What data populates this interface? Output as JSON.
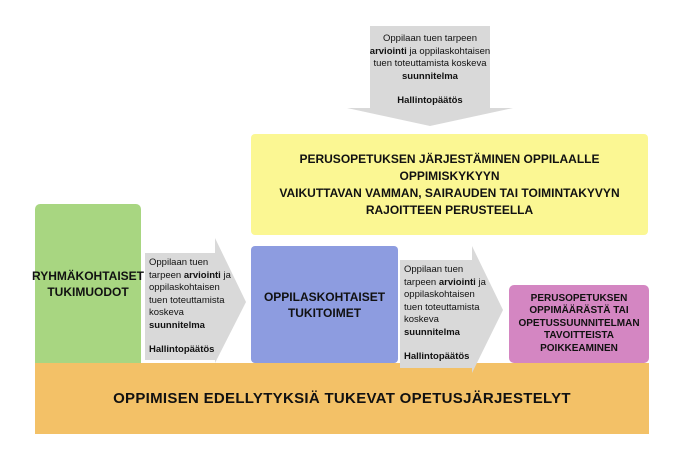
{
  "top_arrow": {
    "line1": "Oppilaan tuen tarpeen",
    "line2_bold": "arviointi",
    "line2_rest": " ja oppilaskohtaisen",
    "line3": "tuen toteuttamista koskeva",
    "line4_bold": "suunnitelma",
    "decision": "Hallintopäätös"
  },
  "yellow_box": {
    "line1": "PERUSOPETUKSEN JÄRJESTÄMINEN OPPILAALLE OPPIMISKYKYYN",
    "line2": "VAIKUTTAVAN VAMMAN, SAIRAUDEN TAI TOIMINTAKYVYN",
    "line3": "RAJOITTEEN PERUSTEELLA"
  },
  "green_box": {
    "line1": "RYHMÄKOHTAISET",
    "line2": "TUKIMUODOT"
  },
  "left_arrow": {
    "l1": "Oppilaan tuen",
    "l2a": "tarpeen ",
    "l2b_bold": "arviointi",
    "l2c": " ja",
    "l3": "oppilaskohtaisen",
    "l4": "tuen toteuttamista",
    "l5": "koskeva",
    "l6_bold": "suunnitelma",
    "decision": "Hallintopäätös"
  },
  "blue_box": {
    "line1": "OPPILASKOHTAISET",
    "line2": "TUKITOIMET"
  },
  "right_arrow": {
    "l1": "Oppilaan tuen",
    "l2a": "tarpeen ",
    "l2b_bold": "arviointi",
    "l2c": " ja",
    "l3": "oppilaskohtaisen",
    "l4": "tuen toteuttamista",
    "l5": "koskeva",
    "l6_bold": "suunnitelma",
    "decision": "Hallintopäätös"
  },
  "pink_box": {
    "line1": "PERUSOPETUKSEN",
    "line2": "OPPIMÄÄRÄSTÄ TAI",
    "line3": "OPETUSSUUNNITELMAN",
    "line4": "TAVOITTEISTA",
    "line5": "POIKKEAMINEN"
  },
  "base_box": {
    "label": "OPPIMISEN EDELLYTYKSIÄ TUKEVAT OPETUSJÄRJESTELYT"
  },
  "colors": {
    "arrow_gray": "#d9d9d9",
    "yellow": "#fbf793",
    "green": "#a8d681",
    "blue": "#8d9ce0",
    "pink": "#d486c2",
    "orange": "#f3c167"
  }
}
